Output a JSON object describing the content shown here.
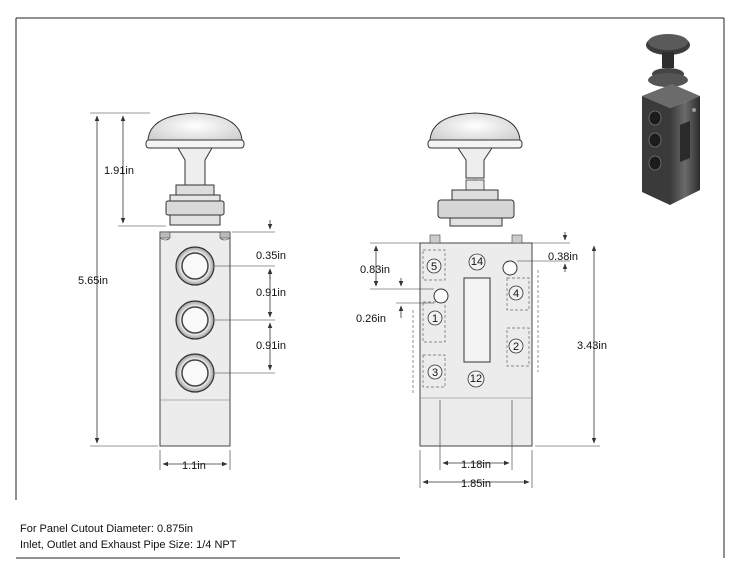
{
  "dimensions": {
    "left_view": {
      "knob_height": "1.91in",
      "overall_height": "5.65in",
      "port_top_offset": "0.35in",
      "port_spacing_1": "0.91in",
      "port_spacing_2": "0.91in",
      "body_width": "1.1in"
    },
    "right_view": {
      "top_to_port": "0.83in",
      "port_offset": "0.26in",
      "side_offset": "0.38in",
      "body_height": "3.43in",
      "inner_width": "1.18in",
      "overall_width": "1.85in"
    }
  },
  "port_labels": [
    "5",
    "14",
    "4",
    "1",
    "2",
    "3",
    "12"
  ],
  "notes": {
    "line1": "For Panel Cutout Diameter: 0.875in",
    "line2": "Inlet, Outlet and Exhaust Pipe Size: 1/4 NPT"
  }
}
